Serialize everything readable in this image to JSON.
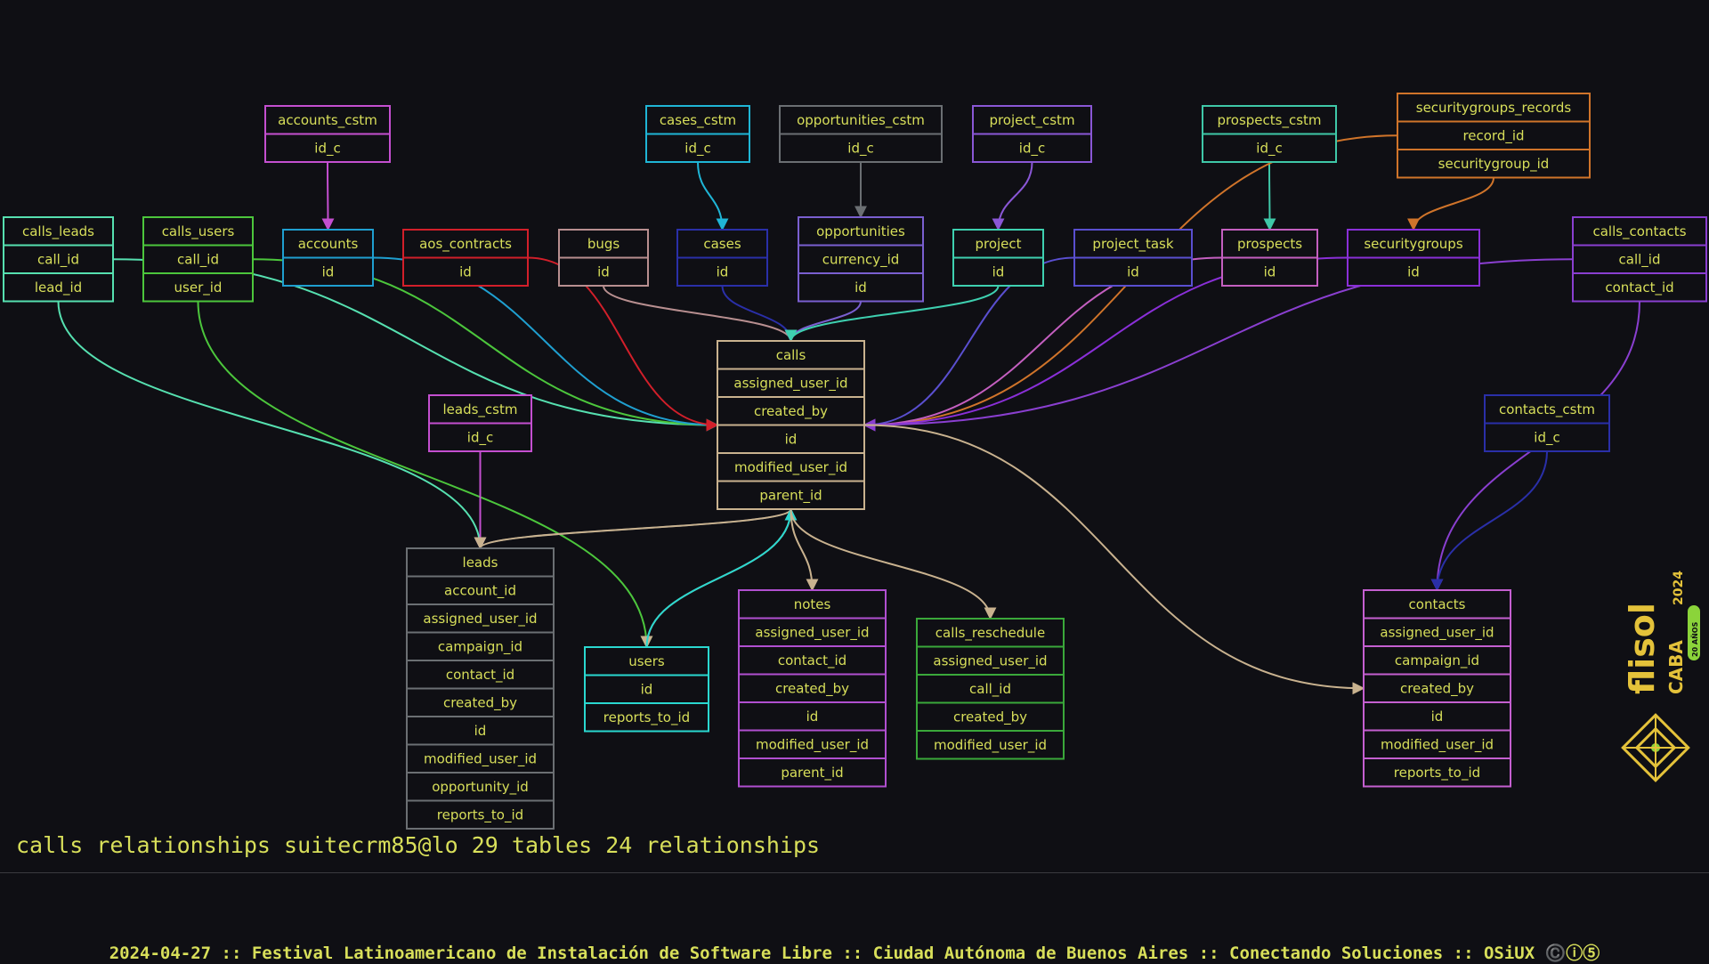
{
  "diagram": {
    "caption": "calls relationships suitecrm85@lo 29 tables 24 relationships",
    "tables": [
      {
        "id": "accounts_cstm",
        "name": "accounts_cstm",
        "fields": [
          "id_c"
        ],
        "color": "#c44fd0"
      },
      {
        "id": "cases_cstm",
        "name": "cases_cstm",
        "fields": [
          "id_c"
        ],
        "color": "#1fb5d6"
      },
      {
        "id": "opportunities_cstm",
        "name": "opportunities_cstm",
        "fields": [
          "id_c"
        ],
        "color": "#6b6f73"
      },
      {
        "id": "project_cstm",
        "name": "project_cstm",
        "fields": [
          "id_c"
        ],
        "color": "#8a57d6"
      },
      {
        "id": "prospects_cstm",
        "name": "prospects_cstm",
        "fields": [
          "id_c"
        ],
        "color": "#3fc8a8"
      },
      {
        "id": "securitygroups_records",
        "name": "securitygroups_records",
        "fields": [
          "record_id",
          "securitygroup_id"
        ],
        "color": "#d0742a"
      },
      {
        "id": "calls_leads",
        "name": "calls_leads",
        "fields": [
          "call_id",
          "lead_id"
        ],
        "color": "#56e0b0"
      },
      {
        "id": "calls_users",
        "name": "calls_users",
        "fields": [
          "call_id",
          "user_id"
        ],
        "color": "#4cc63c"
      },
      {
        "id": "accounts",
        "name": "accounts",
        "fields": [
          "id"
        ],
        "color": "#1f9fd0"
      },
      {
        "id": "aos_contracts",
        "name": "aos_contracts",
        "fields": [
          "id"
        ],
        "color": "#d21f2a"
      },
      {
        "id": "bugs",
        "name": "bugs",
        "fields": [
          "id"
        ],
        "color": "#b88f90"
      },
      {
        "id": "cases",
        "name": "cases",
        "fields": [
          "id"
        ],
        "color": "#2a2fa8"
      },
      {
        "id": "opportunities",
        "name": "opportunities",
        "fields": [
          "currency_id",
          "id"
        ],
        "color": "#7a5fd0"
      },
      {
        "id": "project",
        "name": "project",
        "fields": [
          "id"
        ],
        "color": "#3ed0b0"
      },
      {
        "id": "project_task",
        "name": "project_task",
        "fields": [
          "id"
        ],
        "color": "#5a4fd0"
      },
      {
        "id": "prospects",
        "name": "prospects",
        "fields": [
          "id"
        ],
        "color": "#c45fc0"
      },
      {
        "id": "securitygroups",
        "name": "securitygroups",
        "fields": [
          "id"
        ],
        "color": "#8a2fd8"
      },
      {
        "id": "calls_contacts",
        "name": "calls_contacts",
        "fields": [
          "call_id",
          "contact_id"
        ],
        "color": "#8a3fd0"
      },
      {
        "id": "calls",
        "name": "calls",
        "fields": [
          "assigned_user_id",
          "created_by",
          "id",
          "modified_user_id",
          "parent_id"
        ],
        "color": "#c9b28f"
      },
      {
        "id": "leads_cstm",
        "name": "leads_cstm",
        "fields": [
          "id_c"
        ],
        "color": "#c44fd0"
      },
      {
        "id": "contacts_cstm",
        "name": "contacts_cstm",
        "fields": [
          "id_c"
        ],
        "color": "#2a2fa8"
      },
      {
        "id": "leads",
        "name": "leads",
        "fields": [
          "account_id",
          "assigned_user_id",
          "campaign_id",
          "contact_id",
          "created_by",
          "id",
          "modified_user_id",
          "opportunity_id",
          "reports_to_id"
        ],
        "color": "#6b6f73"
      },
      {
        "id": "users",
        "name": "users",
        "fields": [
          "id",
          "reports_to_id"
        ],
        "color": "#2ad8d0"
      },
      {
        "id": "notes",
        "name": "notes",
        "fields": [
          "assigned_user_id",
          "contact_id",
          "created_by",
          "id",
          "modified_user_id",
          "parent_id"
        ],
        "color": "#b04fd0"
      },
      {
        "id": "calls_reschedule",
        "name": "calls_reschedule",
        "fields": [
          "assigned_user_id",
          "call_id",
          "created_by",
          "modified_user_id"
        ],
        "color": "#3aa83a"
      },
      {
        "id": "contacts",
        "name": "contacts",
        "fields": [
          "assigned_user_id",
          "campaign_id",
          "created_by",
          "id",
          "modified_user_id",
          "reports_to_id"
        ],
        "color": "#c45fd0"
      }
    ],
    "relationships": [
      {
        "from": "accounts_cstm",
        "to": "accounts",
        "color": "#c44fd0"
      },
      {
        "from": "cases_cstm",
        "to": "cases",
        "color": "#1fb5d6"
      },
      {
        "from": "opportunities_cstm",
        "to": "opportunities",
        "color": "#6b6f73"
      },
      {
        "from": "project_cstm",
        "to": "project",
        "color": "#8a57d6"
      },
      {
        "from": "prospects_cstm",
        "to": "prospects",
        "color": "#3fc8a8"
      },
      {
        "from": "securitygroups_records",
        "to": "securitygroups",
        "color": "#d0742a"
      },
      {
        "from": "securitygroups_records",
        "to": "calls",
        "color": "#d0742a"
      },
      {
        "from": "calls_leads",
        "to": "calls",
        "color": "#56e0b0"
      },
      {
        "from": "calls_leads",
        "to": "leads",
        "color": "#56e0b0"
      },
      {
        "from": "calls_users",
        "to": "calls",
        "color": "#4cc63c"
      },
      {
        "from": "calls_users",
        "to": "users",
        "color": "#4cc63c"
      },
      {
        "from": "accounts",
        "to": "calls",
        "color": "#1f9fd0"
      },
      {
        "from": "aos_contracts",
        "to": "calls",
        "color": "#d21f2a"
      },
      {
        "from": "bugs",
        "to": "calls",
        "color": "#b88f90"
      },
      {
        "from": "cases",
        "to": "calls",
        "color": "#2a2fa8"
      },
      {
        "from": "opportunities",
        "to": "calls",
        "color": "#7a5fd0"
      },
      {
        "from": "project",
        "to": "calls",
        "color": "#3ed0b0"
      },
      {
        "from": "project_task",
        "to": "calls",
        "color": "#5a4fd0"
      },
      {
        "from": "prospects",
        "to": "calls",
        "color": "#c45fc0"
      },
      {
        "from": "securitygroups",
        "to": "calls",
        "color": "#8a2fd8"
      },
      {
        "from": "calls_contacts",
        "to": "calls",
        "color": "#8a3fd0"
      },
      {
        "from": "calls_contacts",
        "to": "contacts",
        "color": "#8a3fd0"
      },
      {
        "from": "leads_cstm",
        "to": "leads",
        "color": "#c44fd0"
      },
      {
        "from": "contacts_cstm",
        "to": "contacts",
        "color": "#2a2fa8"
      },
      {
        "from": "leads",
        "to": "calls",
        "color": "#6b6f73"
      },
      {
        "from": "calls",
        "to": "leads",
        "color": "#c9b28f"
      },
      {
        "from": "calls",
        "to": "users",
        "color": "#c9b28f"
      },
      {
        "from": "users",
        "to": "calls",
        "color": "#2ad8d0"
      },
      {
        "from": "calls",
        "to": "notes",
        "color": "#c9b28f"
      },
      {
        "from": "calls",
        "to": "calls_reschedule",
        "color": "#c9b28f"
      },
      {
        "from": "calls",
        "to": "contacts",
        "color": "#c9b28f"
      }
    ]
  },
  "footer": {
    "text": "2024-04-27 :: Festival Latinoamericano de Instalación de Software Libre :: Ciudad Autónoma de Buenos Aires :: Conectando Soluciones :: OSiUX ©️ⓘ⑤"
  },
  "logo": {
    "year": "2024",
    "brand": "flisol",
    "city": "CABA",
    "badge": "20 AÑOS"
  },
  "colors": {
    "background": "#0f0f14",
    "text": "#d8df5a"
  }
}
